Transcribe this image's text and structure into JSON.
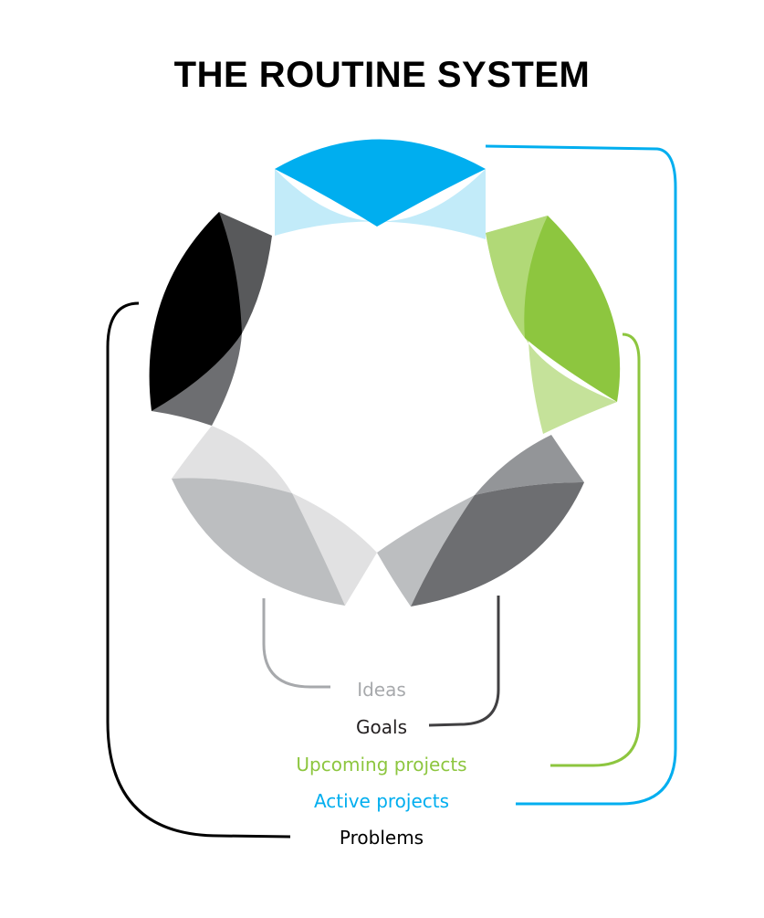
{
  "title": "THE ROUTINE SYSTEM",
  "colors": {
    "background": "#ffffff",
    "title": "#000000",
    "blue": "#00aeef",
    "blue_light": "#c2ebf9",
    "green": "#8dc63f",
    "green_light": "#c5e29a",
    "green_mid": "#b1d977",
    "black": "#000000",
    "charcoal": "#58595b",
    "dark_gray": "#6d6e71",
    "mid_gray": "#939598",
    "light_gray": "#bcbec0",
    "pale_gray": "#e1e1e2"
  },
  "legend": [
    {
      "key": "ideas",
      "label": "Ideas",
      "color": "#a7a9ac"
    },
    {
      "key": "goals",
      "label": "Goals",
      "color": "#231f20"
    },
    {
      "key": "upcoming",
      "label": "Upcoming projects",
      "color": "#8dc63f"
    },
    {
      "key": "active",
      "label": "Active projects",
      "color": "#00aeef"
    },
    {
      "key": "problems",
      "label": "Problems",
      "color": "#000000"
    }
  ]
}
